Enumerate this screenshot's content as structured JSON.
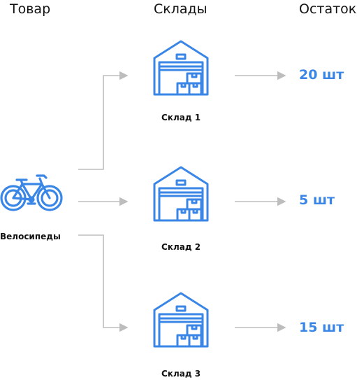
{
  "headers": {
    "product": "Товар",
    "warehouses": "Склады",
    "stock": "Остаток"
  },
  "product": {
    "name": "Велосипеды",
    "icon": "bicycle-icon"
  },
  "warehouses": [
    {
      "label": "Склад 1",
      "stock": "20 шт",
      "icon": "warehouse-icon"
    },
    {
      "label": "Склад 2",
      "stock": "5 шт",
      "icon": "warehouse-icon"
    },
    {
      "label": "Склад 3",
      "stock": "15 шт",
      "icon": "warehouse-icon"
    }
  ],
  "colors": {
    "accent": "#3a86e6",
    "connector": "#bdbdbd",
    "text": "#111111"
  }
}
